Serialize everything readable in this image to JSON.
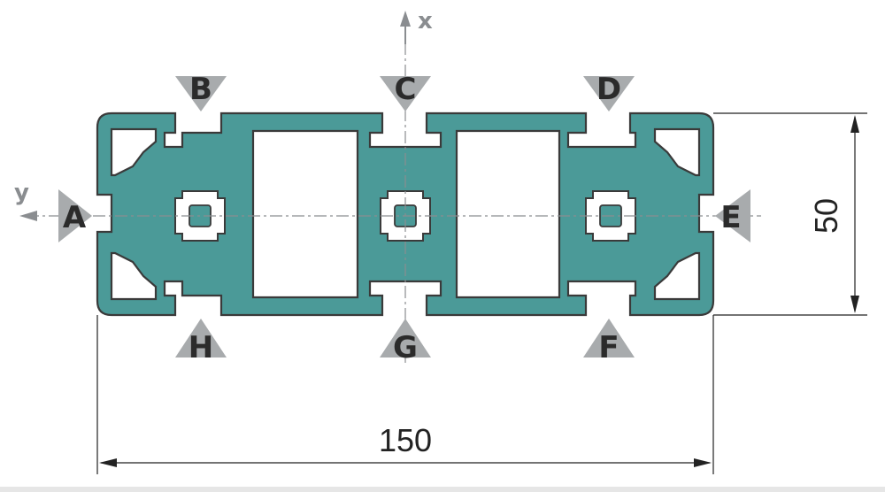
{
  "diagram": {
    "axes": {
      "x_label": "x",
      "y_label": "y"
    },
    "groove_labels": [
      "A",
      "B",
      "C",
      "D",
      "E",
      "F",
      "G",
      "H"
    ],
    "dimensions": {
      "width": "150",
      "height": "50"
    },
    "colors": {
      "profile_fill": "#4b9a98",
      "profile_stroke": "#3a3a3a",
      "marker": "#a8abad",
      "axis": "#8a8d90"
    }
  }
}
